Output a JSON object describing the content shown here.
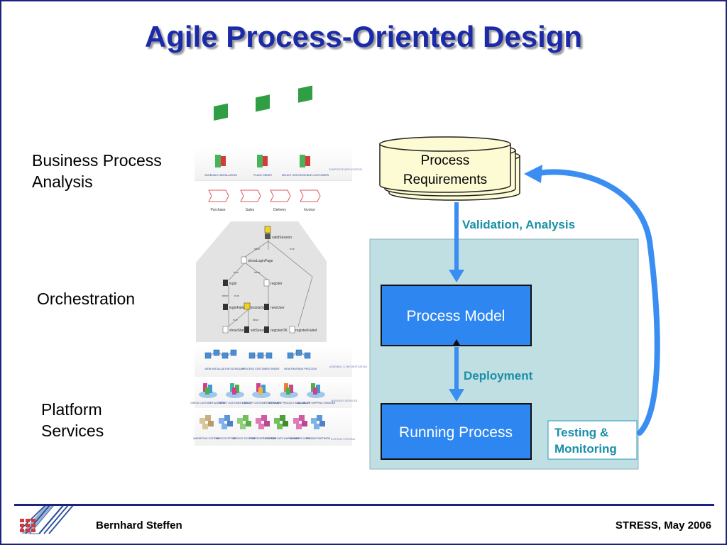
{
  "title": "Agile Process-Oriented Design",
  "left_labels": {
    "bpa_line1": "Business Process",
    "bpa_line2": "Analysis",
    "orchestration": "Orchestration",
    "platform_line1": "Platform",
    "platform_line2": "Services"
  },
  "thumbnails": {
    "composite_apps": {
      "app_labels": [
        "SCHEDULE INSTALLATION",
        "PLACE ORDER",
        "SELECT HIGH-REVENUE CUSTOMERS"
      ],
      "tag": "COMPOSITE APPLICATIONS",
      "steps": [
        "Purchase",
        "Sales",
        "Delivery",
        "Invoice"
      ]
    },
    "flowchart": {
      "nodes": [
        "validSession",
        "showLoginPage",
        "login",
        "register",
        "loginFailed",
        "ExistsData",
        "newUser",
        "showStart",
        "setSession",
        "registerOK",
        "registerFailed"
      ],
      "edges": [
        "false",
        "true",
        "true",
        "false",
        "false",
        "true",
        "true",
        "false"
      ]
    },
    "assembly": {
      "labels": [
        "VIEW INSTALLATION SCHEDULE",
        "PROCESS CUSTOMER ORDER",
        "VIEW REVENUE PROCESS"
      ],
      "tag": "ASSEMBLY & ORCHESTRATION"
    },
    "business_services": {
      "labels": [
        "CHECK CUSTOMER ADDRESS",
        "VERIFY CUSTOMER CREDIT",
        "LOOK-UP CUSTOMER DISCOUNT",
        "DETERMINE PRODUCT AVAILABILITY",
        "CALCULATE SHIPPING CHARGES"
      ],
      "tag": "BUSINESS SERVICES"
    },
    "existing_systems": {
      "labels": [
        "MARKETING SYSTEMS",
        "SALES SYSTEMS",
        "SERVICE SYSTEMS",
        "CORPORATE SYSTEMS",
        "CUSTOMER DATA WAREHOUSE",
        "BUSINESS UNITS",
        "TRADING PARTNERS"
      ],
      "tag": "EXISTING SYSTEMS"
    }
  },
  "diagram": {
    "requirements_line1": "Process",
    "requirements_line2": "Requirements",
    "validation": "Validation, Analysis",
    "process_model": "Process Model",
    "deployment": "Deployment",
    "running_process": "Running Process",
    "testing_line1": "Testing &",
    "testing_line2": "Monitoring"
  },
  "colors": {
    "title": "#1a2aa8",
    "box_fill": "#2e86f0",
    "arrow": "#3a8ef2",
    "panel": "#bfdfe3",
    "doc_fill": "#fdfbd3",
    "teal_text": "#1a8fa8"
  },
  "footer": {
    "author": "Bernhard Steffen",
    "event": "STRESS, May 2006"
  }
}
